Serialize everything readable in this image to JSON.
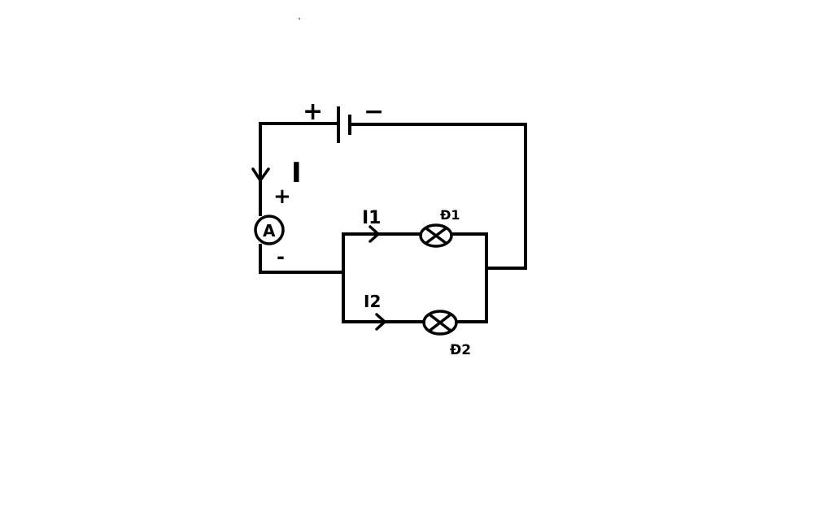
{
  "diagram": {
    "battery": {
      "plus_label": "+",
      "minus_label": "−"
    },
    "main_current": {
      "label": "I"
    },
    "ammeter": {
      "symbol": "A",
      "plus_label": "+",
      "minus_label": "-"
    },
    "branch_top": {
      "current_label": "I1",
      "lamp_label": "Đ1"
    },
    "branch_bottom": {
      "current_label": "I2",
      "lamp_label": "Đ2"
    }
  }
}
